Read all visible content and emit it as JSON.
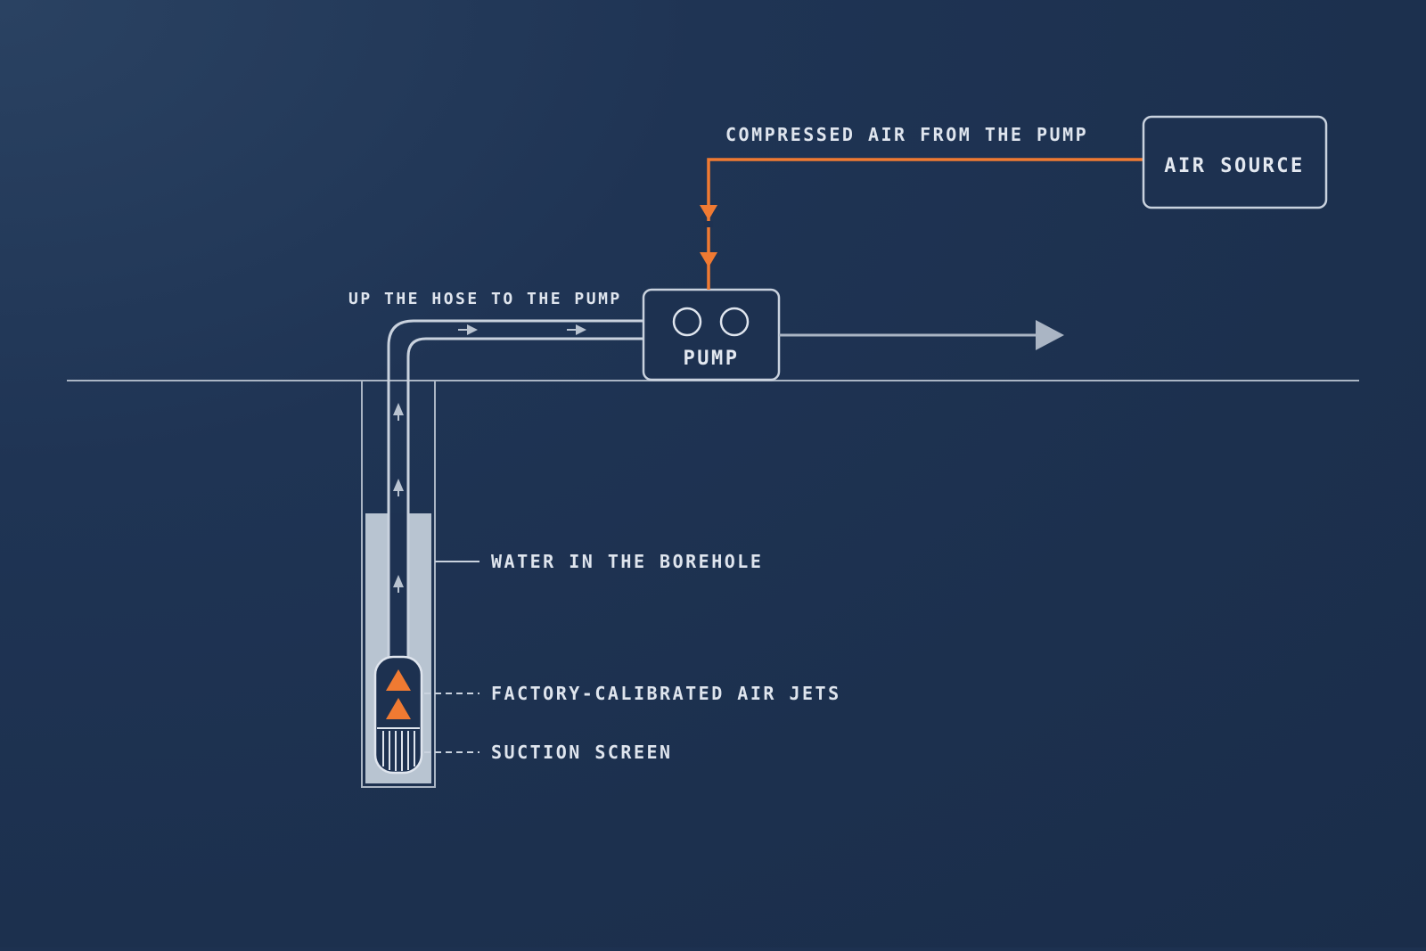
{
  "colors": {
    "background": "#1d3150",
    "line": "#c9d2de",
    "accent": "#f07a32",
    "water": "#c6d0dc",
    "text": "#dfe5ee"
  },
  "air_source": {
    "label": "AIR SOURCE"
  },
  "air_line": {
    "label": "COMPRESSED AIR FROM THE PUMP"
  },
  "pump": {
    "label": "PUMP"
  },
  "hose": {
    "label": "UP THE HOSE TO THE PUMP"
  },
  "borehole": {
    "water_label": "WATER IN THE BOREHOLE",
    "jets_label": "FACTORY-CALIBRATED AIR JETS",
    "screen_label": "SUCTION SCREEN"
  },
  "icons": {
    "flow": "arrow-icon",
    "jets": "triangle-icon",
    "pump_gauges": "circle-icon"
  }
}
